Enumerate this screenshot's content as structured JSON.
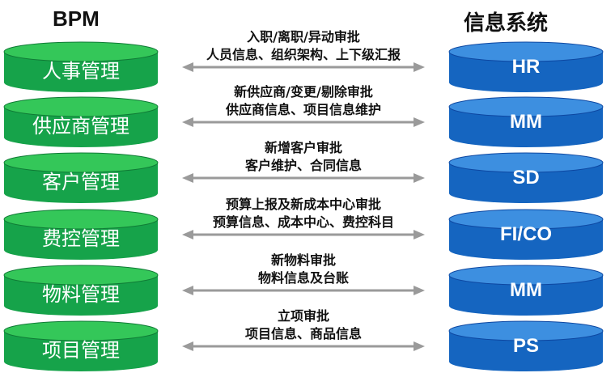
{
  "headers": {
    "left": "BPM",
    "right": "信息系统"
  },
  "rows": [
    {
      "bpm": "人事管理",
      "line1": "入职/离职/异动审批",
      "line2": "人员信息、组织架构、上下级汇报",
      "system": "HR"
    },
    {
      "bpm": "供应商管理",
      "line1": "新供应商/变更/剔除审批",
      "line2": "供应商信息、项目信息维护",
      "system": "MM"
    },
    {
      "bpm": "客户管理",
      "line1": "新增客户审批",
      "line2": "客户维护、合同信息",
      "system": "SD"
    },
    {
      "bpm": "费控管理",
      "line1": "预算上报及新成本中心审批",
      "line2": "预算信息、成本中心、费控科目",
      "system": "FI/CO"
    },
    {
      "bpm": "物料管理",
      "line1": "新物料审批",
      "line2": "物料信息及台账",
      "system": "MM"
    },
    {
      "bpm": "项目管理",
      "line1": "立项审批",
      "line2": "项目信息、商品信息",
      "system": "PS"
    }
  ],
  "colors": {
    "bpm_body": "#16a34a",
    "bpm_top": "#34c759",
    "bpm_rim": "#0f7a35",
    "sys_body": "#1565c0",
    "sys_top": "#3d8fe0",
    "sys_rim": "#0d47a1",
    "arrow": "#9a9a9a"
  }
}
